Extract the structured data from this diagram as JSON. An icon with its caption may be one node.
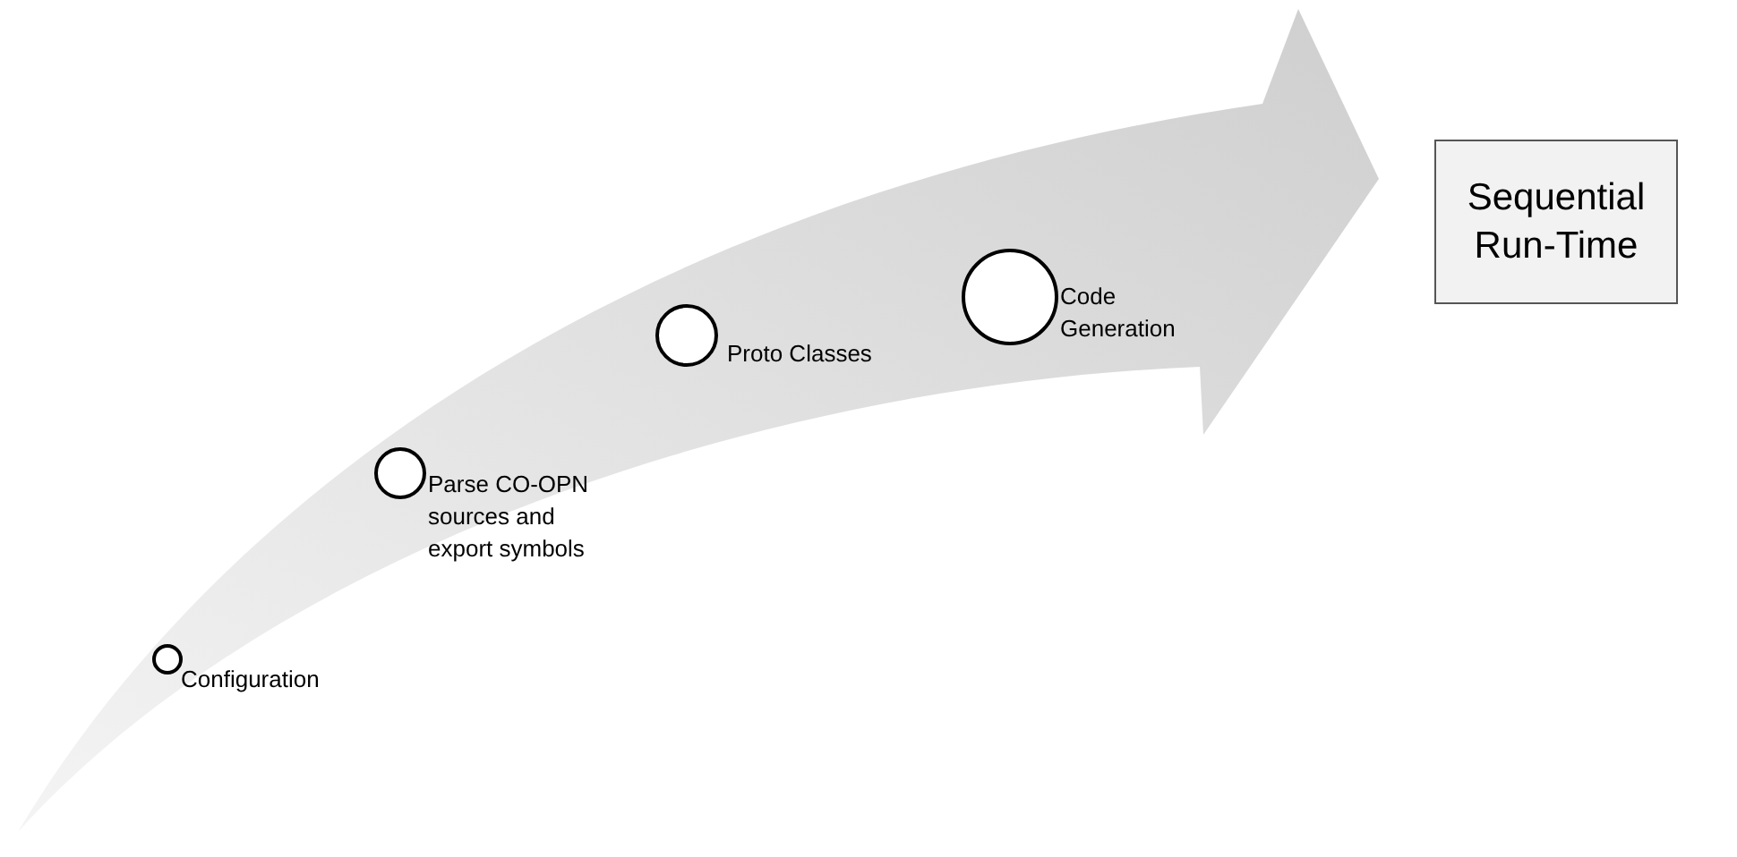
{
  "diagram": {
    "nodes": [
      {
        "text": [],
        "shape": "circle",
        "beside": [
          "Configuration"
        ]
      },
      {
        "text": [],
        "shape": "circle",
        "beside": [
          "Parse CO-OPN sources and export symbols"
        ]
      },
      {
        "text": [],
        "shape": "circle",
        "beside": [
          "Proto Classes"
        ]
      },
      {
        "text": [],
        "shape": "circle",
        "beside": [
          "Code Generation"
        ]
      },
      {
        "text": [
          "Sequential Run-Time"
        ]
      }
    ]
  }
}
